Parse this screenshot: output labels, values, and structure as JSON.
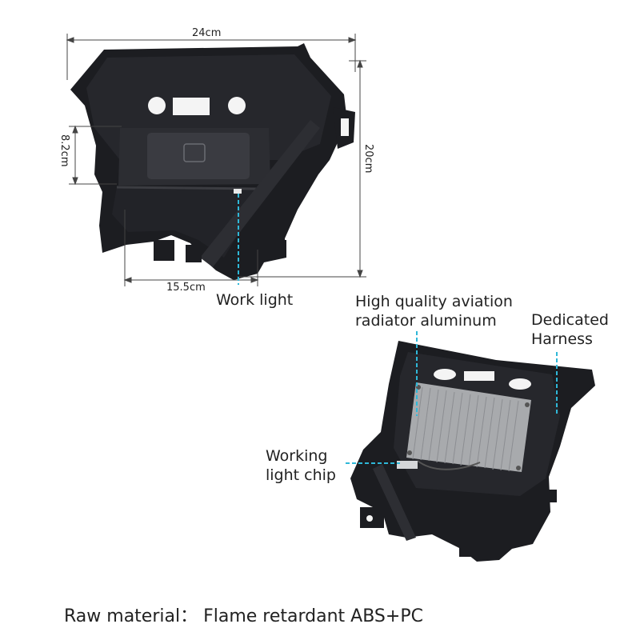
{
  "dimensions": {
    "width": "24cm",
    "height": "20cm",
    "depth": "8.2cm",
    "bottom_width": "15.5cm"
  },
  "callouts": {
    "work_light": "Work light",
    "radiator_line1": "High quality aviation",
    "radiator_line2": "radiator aluminum",
    "harness_line1": "Dedicated",
    "harness_line2": "Harness",
    "chip_line1": "Working",
    "chip_line2": "light chip"
  },
  "footer": {
    "material": "Raw material： Flame retardant ABS+PC"
  },
  "colors": {
    "callout_line": "#2fb8d8",
    "dimension_line": "#444444",
    "part_body": "#1c1d21",
    "radiator": "#a8aaad"
  }
}
